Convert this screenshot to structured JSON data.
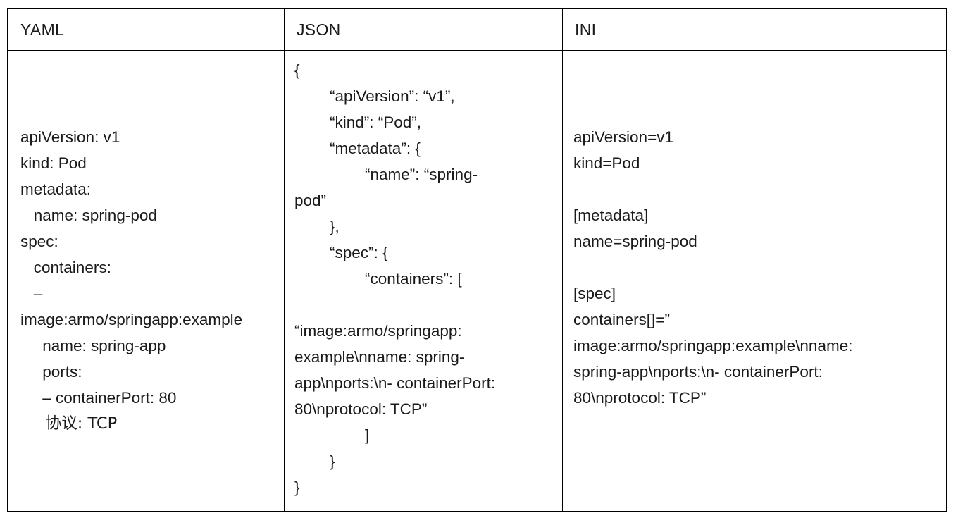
{
  "table": {
    "headers": [
      {
        "label": "YAML"
      },
      {
        "label": "JSON"
      },
      {
        "label": "INI"
      }
    ],
    "yaml": {
      "lines": [
        "apiVersion: v1",
        "kind: Pod",
        "metadata:",
        "   name: spring-pod",
        "spec:",
        "   containers:",
        "   –",
        "image:armo/springapp:example",
        "     name: spring-app",
        "     ports:",
        "     – containerPort: 80",
        "     协议: TCP"
      ]
    },
    "json": {
      "lines": [
        "{",
        "        “apiVersion”: “v1”,",
        "        “kind”: “Pod”,",
        "        “metadata”: {",
        "                “name”: “spring-",
        "pod”",
        "        },",
        "        “spec”: {",
        "                “containers”: [",
        "",
        "“image:armo/springapp:",
        "example\\nname: spring-",
        "app\\nports:\\n- containerPort:",
        "80\\nprotocol: TCP”",
        "                ]",
        "        }",
        "}"
      ]
    },
    "ini": {
      "lines": [
        "apiVersion=v1",
        "kind=Pod",
        "",
        "[metadata]",
        "name=spring-pod",
        "",
        "[spec]",
        "containers[]=”",
        "image:armo/springapp:example\\nname:",
        "spring-app\\nports:\\n- containerPort:",
        "80\\nprotocol: TCP”"
      ]
    }
  },
  "colors": {
    "border": "#000000",
    "text": "#1a1a1a",
    "background": "#ffffff"
  }
}
